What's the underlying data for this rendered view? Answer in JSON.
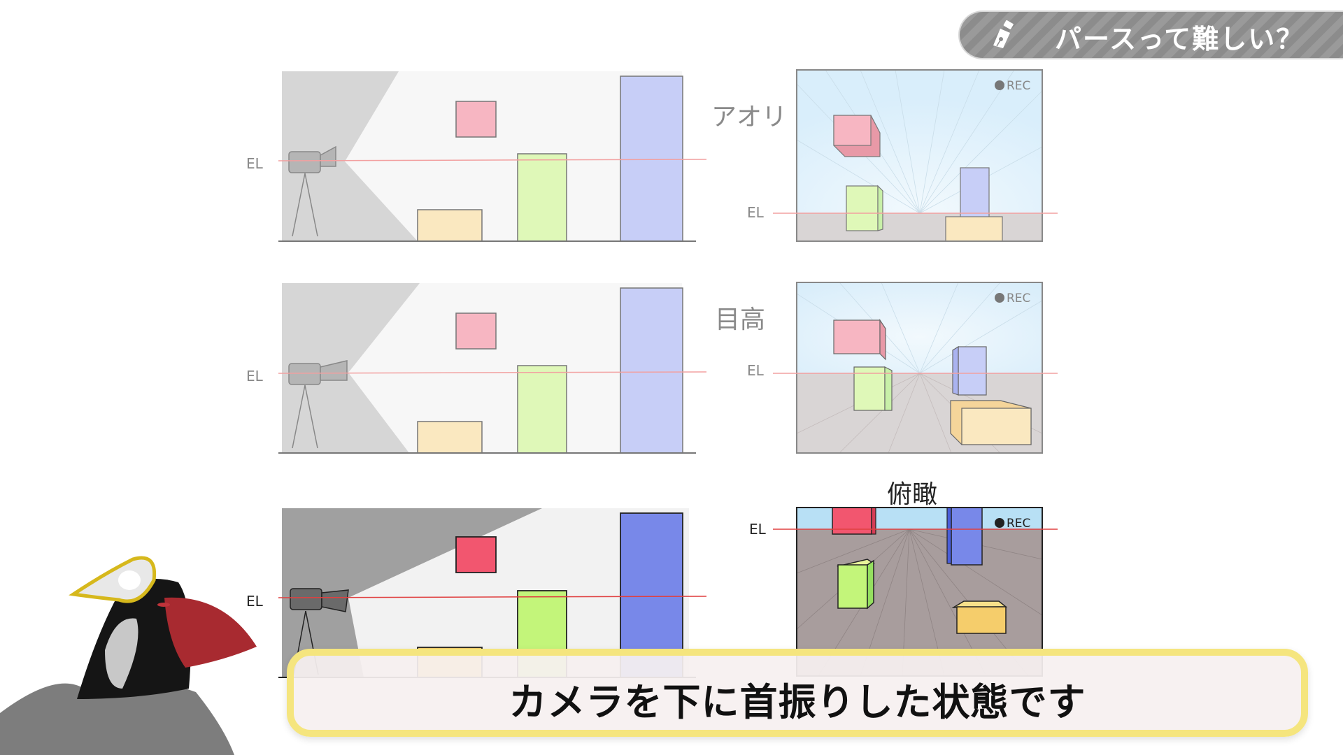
{
  "banner": {
    "title": "パースって難しい？",
    "icon": "fountain-pen-icon"
  },
  "rows": [
    {
      "label": "アオリ",
      "el_label": "EL",
      "rec_label": "REC"
    },
    {
      "label": "目高",
      "el_label": "EL",
      "rec_label": "REC"
    },
    {
      "label": "俯瞰",
      "el_label": "EL",
      "rec_label": "REC"
    }
  ],
  "side_el_labels": [
    "EL",
    "EL",
    "EL"
  ],
  "caption": {
    "text": "カメラを下に首振りした状態です"
  },
  "colors": {
    "pink": "#f7b6c2",
    "yellow": "#fae8c0",
    "green": "#dff8b8",
    "blue": "#c7cef7",
    "pink_strong": "#f2566f",
    "yellow_strong": "#f5cd6b",
    "green_strong": "#c3f57a",
    "blue_strong": "#7888e9",
    "el_line": "#e85050",
    "sky": "#e0f1fb",
    "ground": "#d9d5d5",
    "caption_border": "#f5e57e"
  }
}
